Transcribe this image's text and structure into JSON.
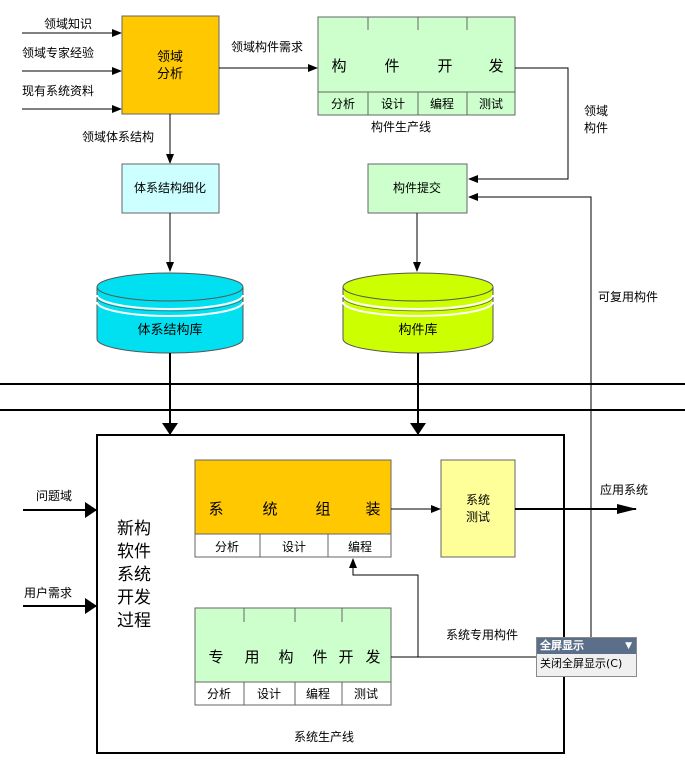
{
  "inputs": {
    "domain_knowledge": "领域知识",
    "domain_expert_experience": "领域专家经验",
    "existing_system_materials": "现有系统资料"
  },
  "domain_analysis": "领域\n分析",
  "edges": {
    "domain_component_requirements": "领域构件需求",
    "domain_architecture": "领域体系结构",
    "domain_components": "领域\n构件",
    "reusable_components": "可复用构件",
    "problem_domain": "问题域",
    "user_requirements": "用户需求",
    "application_system": "应用系统",
    "system_specific_components": "系统专用构件"
  },
  "component_dev": {
    "title_chars": [
      "构",
      "件",
      "开",
      "发"
    ],
    "phases": [
      "分析",
      "设计",
      "编程",
      "测试"
    ],
    "caption": "构件生产线"
  },
  "architecture_refinement": "体系结构细化",
  "component_submission": "构件提交",
  "architecture_repository": "体系结构库",
  "component_repository": "构件库",
  "new_software_process": "新构\n软件\n系统\n开发\n过程",
  "system_assembly": {
    "title_chars": [
      "系",
      "统",
      "组",
      "装"
    ],
    "phases": [
      "分析",
      "设计",
      "编程"
    ]
  },
  "system_test": "系统\n测试",
  "special_dev": {
    "title_chars": [
      "专",
      "用",
      "构",
      "件",
      "开",
      "发"
    ],
    "phases": [
      "分析",
      "设计",
      "编程",
      "测试"
    ]
  },
  "system_production_line": "系统生产线",
  "context_menu": {
    "header": "全屏显示",
    "item": "关闭全屏显示(C)"
  },
  "colors": {
    "domain_analysis_fill": "#FFC800",
    "component_fill": "#CCFFCC",
    "refinement_fill": "#CCFFFF",
    "arch_repo_fill": "#00E0F0",
    "comp_repo_fill": "#CCFF00",
    "assembly_fill": "#FFC800",
    "test_fill": "#FFFF99"
  }
}
